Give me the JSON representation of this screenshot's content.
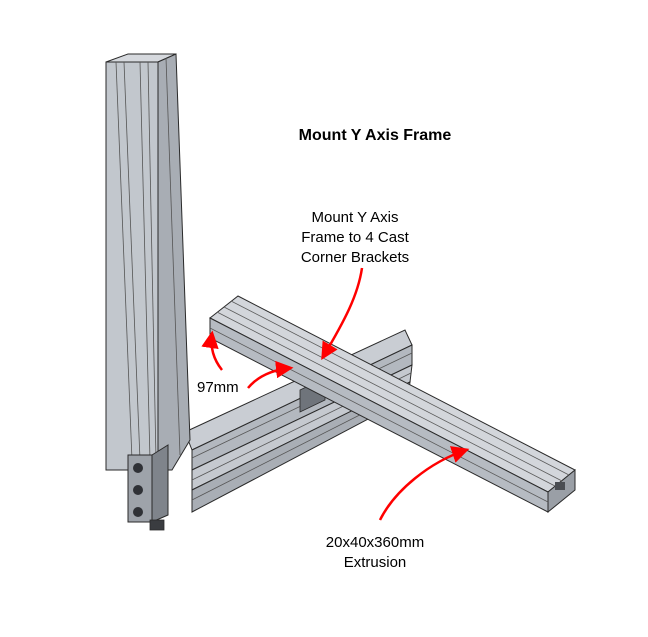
{
  "title": "Mount Y Axis Frame",
  "annotations": {
    "mount_line1": "Mount Y Axis",
    "mount_line2": "Frame to 4 Cast",
    "mount_line3": "Corner Brackets",
    "dimension": "97mm",
    "extrusion_line1": "20x40x360mm",
    "extrusion_line2": "Extrusion"
  },
  "colors": {
    "extrusion": "#c8ccd2",
    "extrusion_shadow": "#8e939a",
    "outline": "#2a2a2a",
    "arrow": "#ff0000"
  }
}
